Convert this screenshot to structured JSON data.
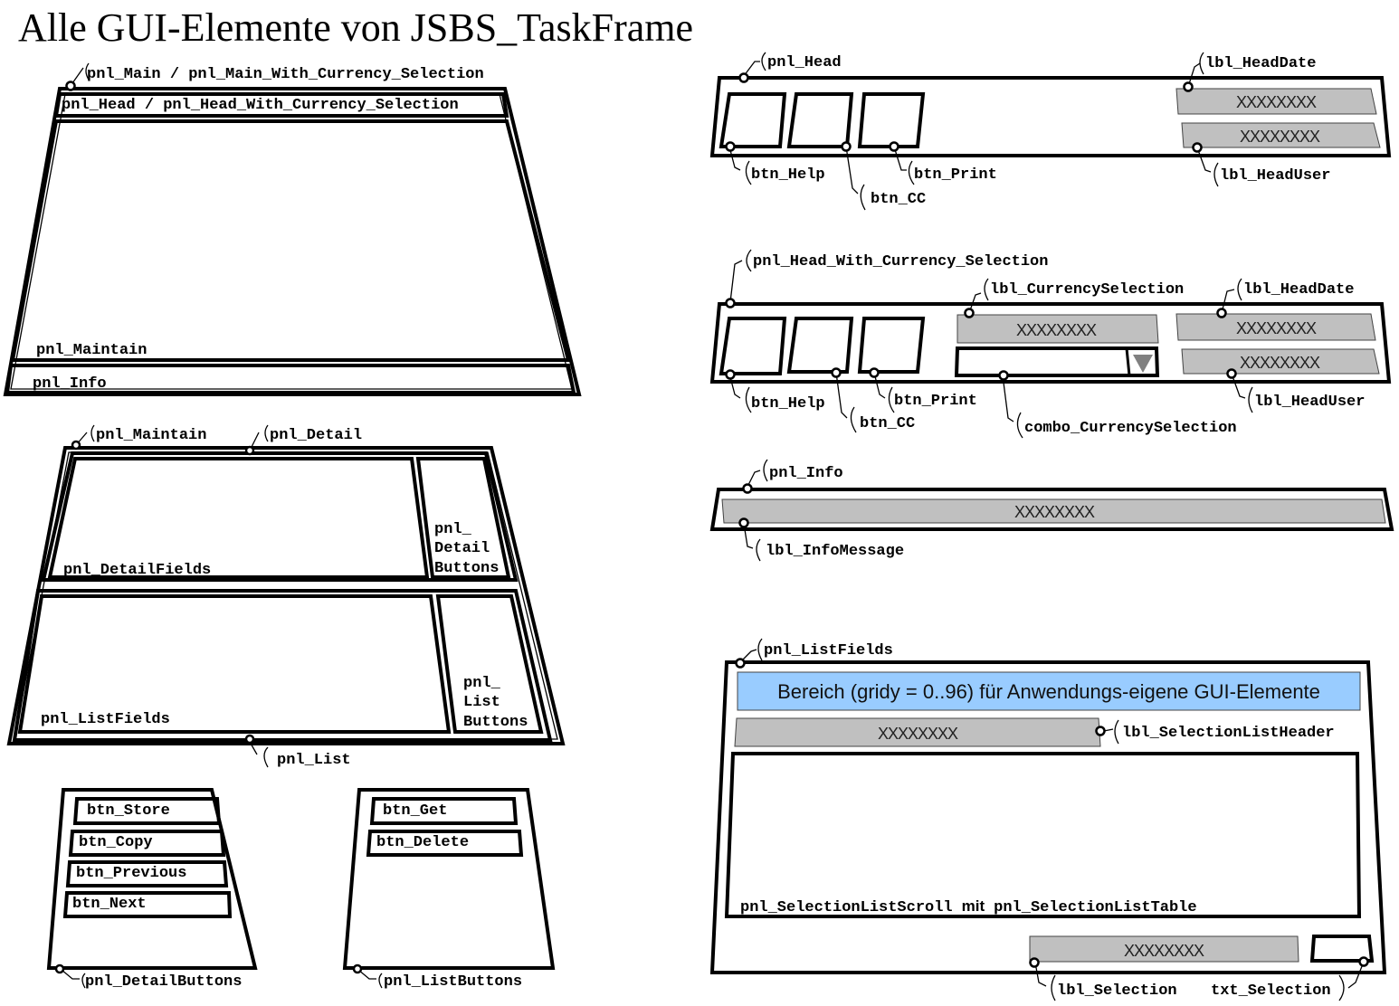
{
  "title": "Alle GUI-Elemente von JSBS_TaskFrame",
  "overview": {
    "main_label": "pnl_Main / pnl_Main_With_Currency_Selection",
    "head_label": "pnl_Head / pnl_Head_With_Currency_Selection",
    "maintain_label": "pnl_Maintain",
    "info_label": "pnl_Info"
  },
  "maintain_panel": {
    "maintain_label": "pnl_Maintain",
    "detail_label": "pnl_Detail",
    "detail_fields_label": "pnl_DetailFields",
    "detail_buttons_label_lines": [
      "pnl_",
      "Detail",
      "Buttons"
    ],
    "list_fields_label": "pnl_ListFields",
    "list_buttons_label_lines": [
      "pnl_",
      "List",
      "Buttons"
    ],
    "list_label": "pnl_List"
  },
  "detail_buttons_panel": {
    "label": "pnl_DetailButtons",
    "buttons": [
      "btn_Store",
      "btn_Copy",
      "btn_Previous",
      "btn_Next"
    ]
  },
  "list_buttons_panel": {
    "label": "pnl_ListButtons",
    "buttons": [
      "btn_Get",
      "btn_Delete"
    ]
  },
  "head_panel": {
    "label": "pnl_Head",
    "btn_help": "btn_Help",
    "btn_cc": "btn_CC",
    "btn_print": "btn_Print",
    "head_date_label": "lbl_HeadDate",
    "head_user_label": "lbl_HeadUser",
    "head_date_value": "XXXXXXXX",
    "head_user_value": "XXXXXXXX"
  },
  "head_currency_panel": {
    "label": "pnl_Head_With_Currency_Selection",
    "btn_help": "btn_Help",
    "btn_cc": "btn_CC",
    "btn_print": "btn_Print",
    "currency_label_name": "lbl_CurrencySelection",
    "currency_label_value": "XXXXXXXX",
    "combo_name": "combo_CurrencySelection",
    "combo_value": "",
    "head_date_label": "lbl_HeadDate",
    "head_user_label": "lbl_HeadUser",
    "head_date_value": "XXXXXXXX",
    "head_user_value": "XXXXXXXX"
  },
  "info_panel": {
    "label": "pnl_Info",
    "message_label": "lbl_InfoMessage",
    "message_value": "XXXXXXXX"
  },
  "list_fields_panel": {
    "label": "pnl_ListFields",
    "banner_text": "Bereich (gridy = 0..96) für Anwendungs-eigene GUI-Elemente",
    "header_value": "XXXXXXXX",
    "header_label": "lbl_SelectionListHeader",
    "scroll_label": "pnl_SelectionListScroll",
    "scroll_mit": "mit",
    "table_label": "pnl_SelectionListTable",
    "selection_value": "XXXXXXXX",
    "selection_label": "lbl_Selection",
    "txt_selection_label": "txt_Selection",
    "txt_selection_value": ""
  },
  "colors": {
    "label_grey": "#c0c0c0",
    "banner_blue": "#99ccff",
    "outline": "#000000"
  }
}
